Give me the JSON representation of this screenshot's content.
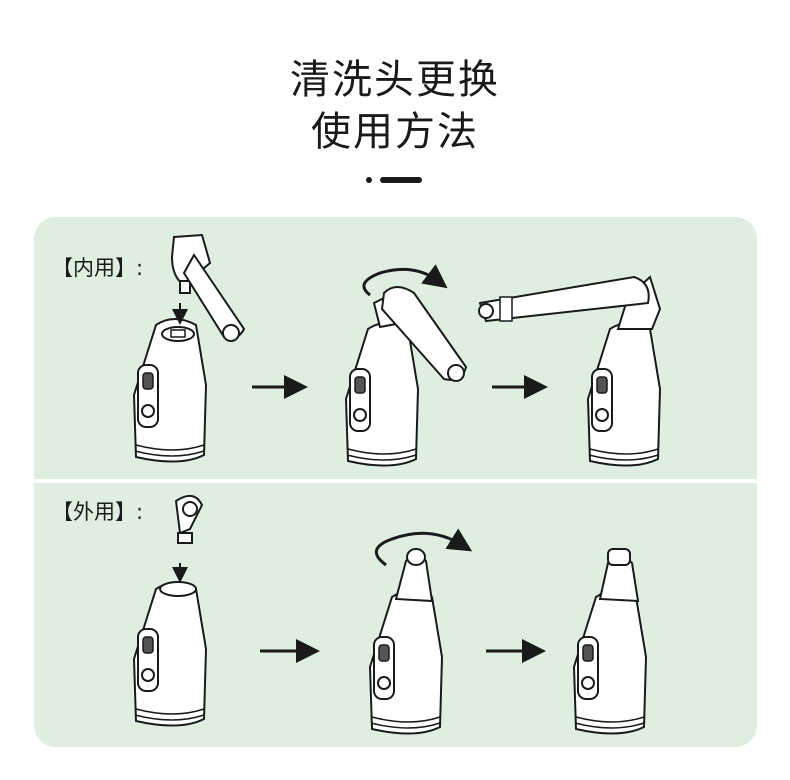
{
  "header": {
    "title_line1": "清洗头更换",
    "title_line2": "使用方法"
  },
  "sections": [
    {
      "label": "【内用】:"
    },
    {
      "label": "【外用】:"
    }
  ],
  "colors": {
    "panel_background": "#deeee1",
    "line": "#1a1a1a",
    "device_fill": "#ffffff"
  },
  "icons": [
    "rotate-arrow-icon",
    "right-arrow-icon",
    "down-arrow-icon"
  ]
}
